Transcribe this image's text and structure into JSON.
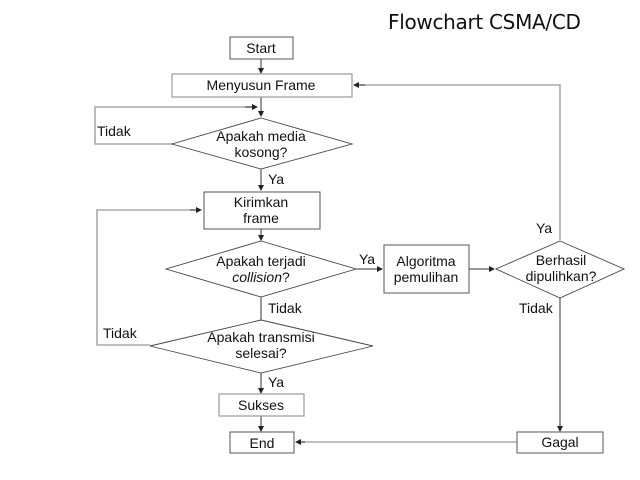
{
  "title": "Flowchart CSMA/CD",
  "nodes": {
    "start": "Start",
    "menyusun": "Menyusun Frame",
    "media_1": "Apakah media",
    "media_2": "kosong?",
    "kirim_1": "Kirimkan",
    "kirim_2": "frame",
    "collision_1": "Apakah terjadi",
    "collision_2a": "collision",
    "collision_2b": "?",
    "transmisi_1": "Apakah transmisi",
    "transmisi_2": "selesai?",
    "sukses": "Sukses",
    "end": "End",
    "algoritma_1": "Algoritma",
    "algoritma_2": "pemulihan",
    "berhasil_1": "Berhasil",
    "berhasil_2": "dipulihkan?",
    "gagal": "Gagal"
  },
  "labels": {
    "media_no": "Tidak",
    "media_yes": "Ya",
    "collision_yes": "Ya",
    "collision_no": "Tidak",
    "transmisi_no": "Tidak",
    "transmisi_yes": "Ya",
    "berhasil_yes": "Ya",
    "berhasil_no": "Tidak"
  }
}
